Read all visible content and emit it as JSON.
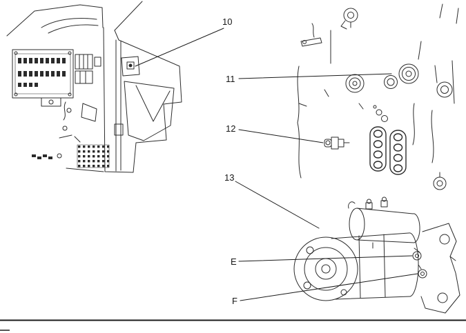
{
  "figure": {
    "colors": {
      "line": "#2b2b2b",
      "leader": "#1a1a1a",
      "background": "#ffffff"
    },
    "callouts": [
      {
        "label": "10"
      },
      {
        "label": "11"
      },
      {
        "label": "12"
      },
      {
        "label": "13"
      },
      {
        "label": "E"
      },
      {
        "label": "F"
      }
    ]
  }
}
